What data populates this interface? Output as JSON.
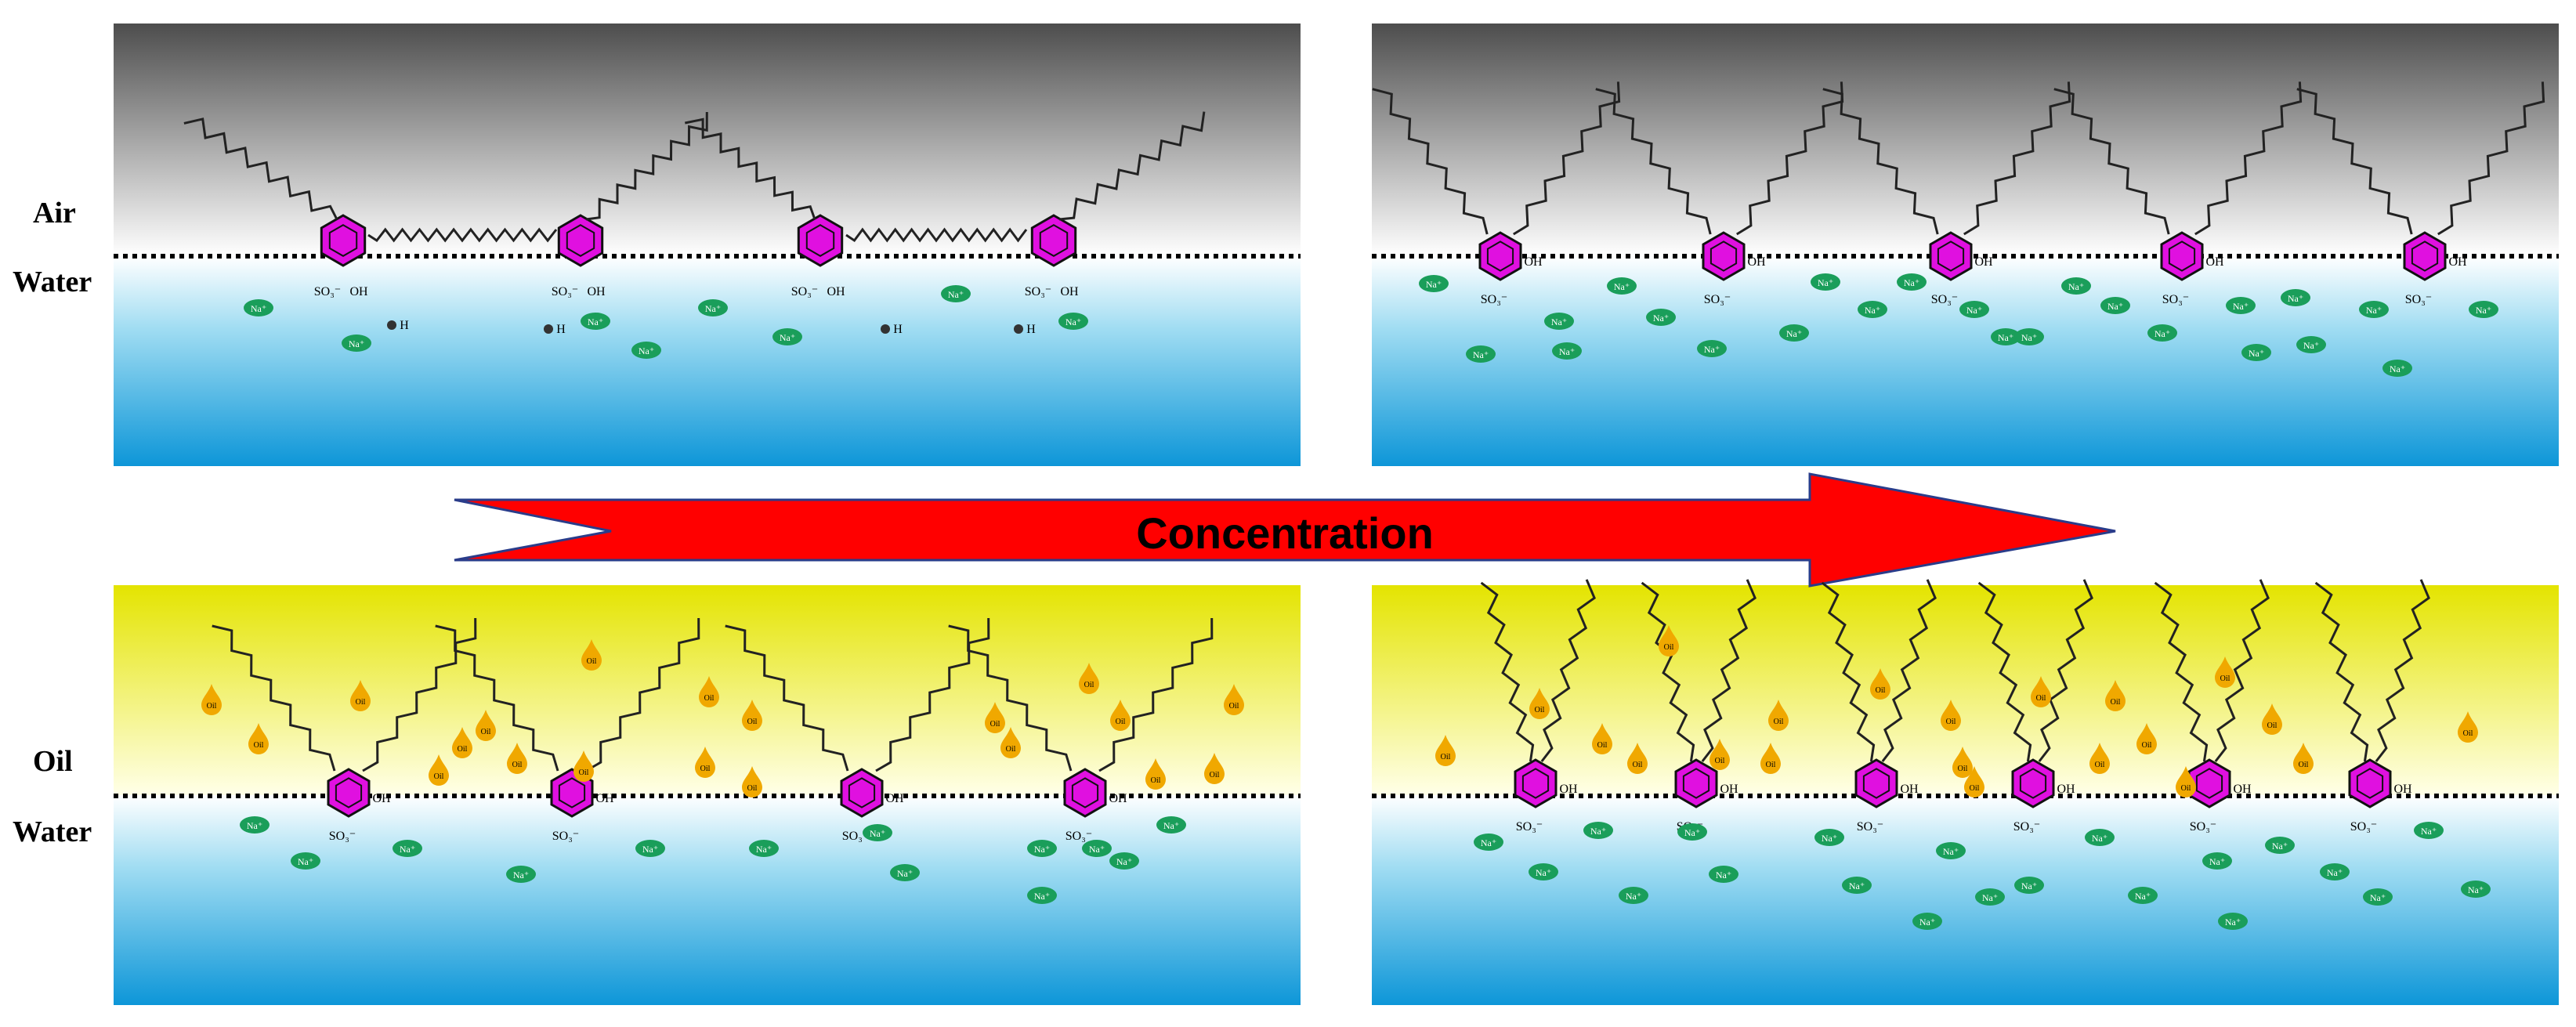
{
  "labels": {
    "air": "Air",
    "water_top": "Water",
    "oil": "Oil",
    "water_bottom": "Water",
    "arrow": "Concentration"
  },
  "species": {
    "sodium": "Na⁺",
    "sulfonate": "SO₃⁻",
    "hydroxyl": "OH",
    "oil_drop": "Oil",
    "hydrogen": "H"
  },
  "colors": {
    "ring": "#e010e0",
    "sodium": "#1a9e5a",
    "oil_drop": "#f0a800",
    "arrow": "#ff0000",
    "air_top": "#4a4a4a",
    "oil_top": "#e6e600",
    "water_bottom": "#1098d8"
  }
}
